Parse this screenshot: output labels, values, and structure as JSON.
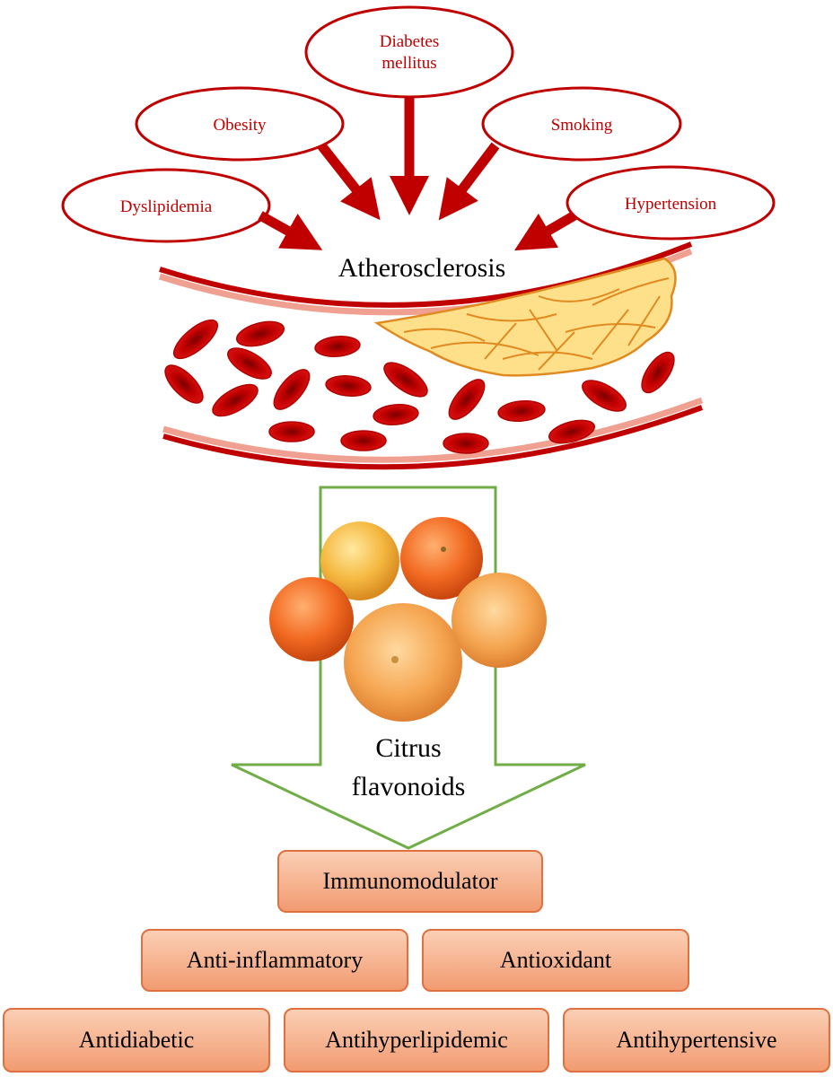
{
  "risk_factors": [
    {
      "lines": [
        "Diabetes",
        "mellitus"
      ]
    },
    {
      "lines": [
        "Obesity"
      ]
    },
    {
      "lines": [
        "Smoking"
      ]
    },
    {
      "lines": [
        "Dyslipidemia"
      ]
    },
    {
      "lines": [
        "Hypertension"
      ]
    }
  ],
  "disease_label": "Atherosclerosis",
  "intervention": {
    "lines": [
      "Citrus",
      "flavonoids"
    ]
  },
  "effects": [
    "Immunomodulator",
    "Anti-inflammatory",
    "Antioxidant",
    "Antidiabetic",
    "Antihyperlipidemic",
    "Antihypertensive"
  ],
  "colors": {
    "risk_red": "#c00000",
    "vessel_wall": "#c00000",
    "vessel_inner": "#f0a090",
    "plaque_fill": "#ffe08a",
    "plaque_stroke": "#e08a20",
    "arrow_outline": "#70ad47",
    "box_fill": "#f4a582",
    "box_stroke": "#e07040"
  },
  "icons": [
    "red-blood-cell-icon",
    "citrus-fruit-icon",
    "plaque-icon"
  ]
}
